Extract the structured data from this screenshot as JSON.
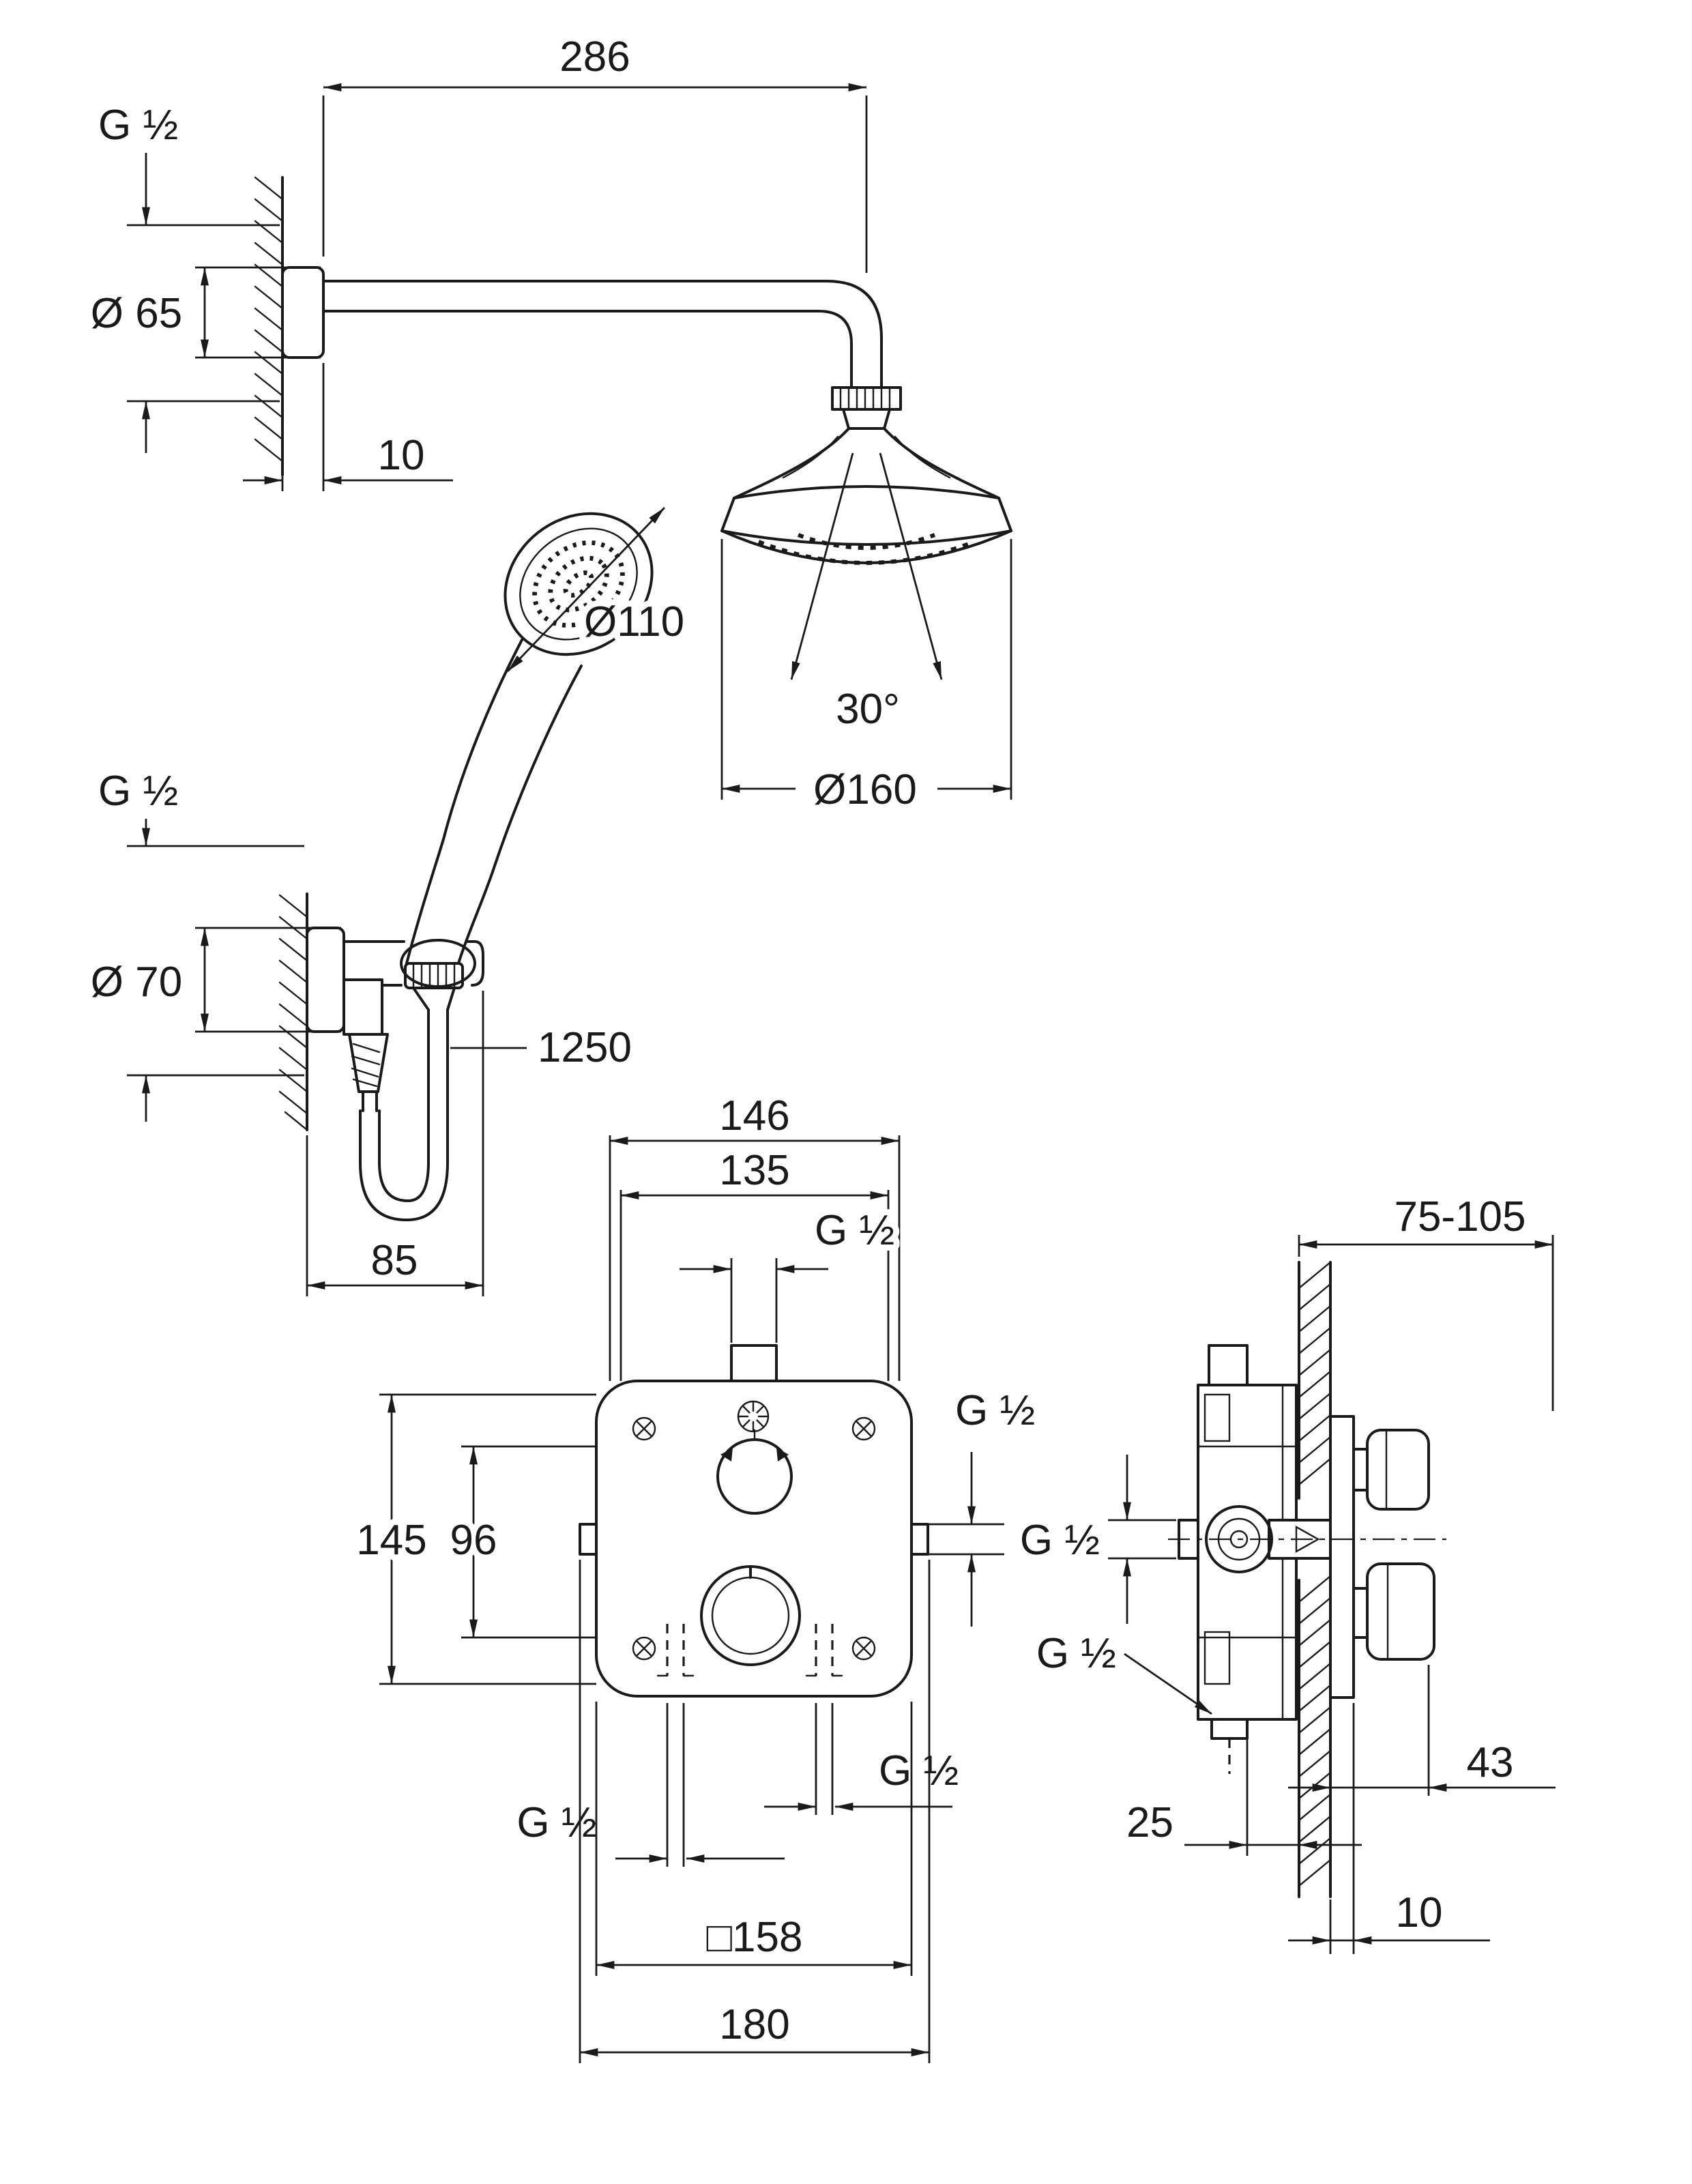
{
  "colors": {
    "ink": "#1a1a1a",
    "background": "#ffffff"
  },
  "drawing": {
    "head_shower": {
      "arm_length": "286",
      "wall_thread": "G ½",
      "flange_dia": "Ø 65",
      "flange_offset": "10",
      "spray_angle": "30°",
      "head_dia": "Ø160"
    },
    "hand_shower": {
      "face_dia": "Ø110",
      "hose_length": "1250"
    },
    "holder": {
      "wall_thread": "G ½",
      "flange_dia": "Ø 70",
      "width": "85"
    },
    "mixer_front": {
      "width_top_outer": "146",
      "width_top_inner": "135",
      "thread_top": "G ½",
      "thread_right": "G ½",
      "height_outer": "145",
      "height_inner": "96",
      "thread_bottom_left": "G ½",
      "thread_bottom_right": "G ½",
      "square_size": "□158",
      "width_overall": "180"
    },
    "mixer_side": {
      "depth_range": "75-105",
      "thread_inlet": "G ½",
      "thread_outlet": "G ½",
      "offset_rear": "25",
      "handle_depth": "43",
      "plate_thickness": "10"
    }
  }
}
